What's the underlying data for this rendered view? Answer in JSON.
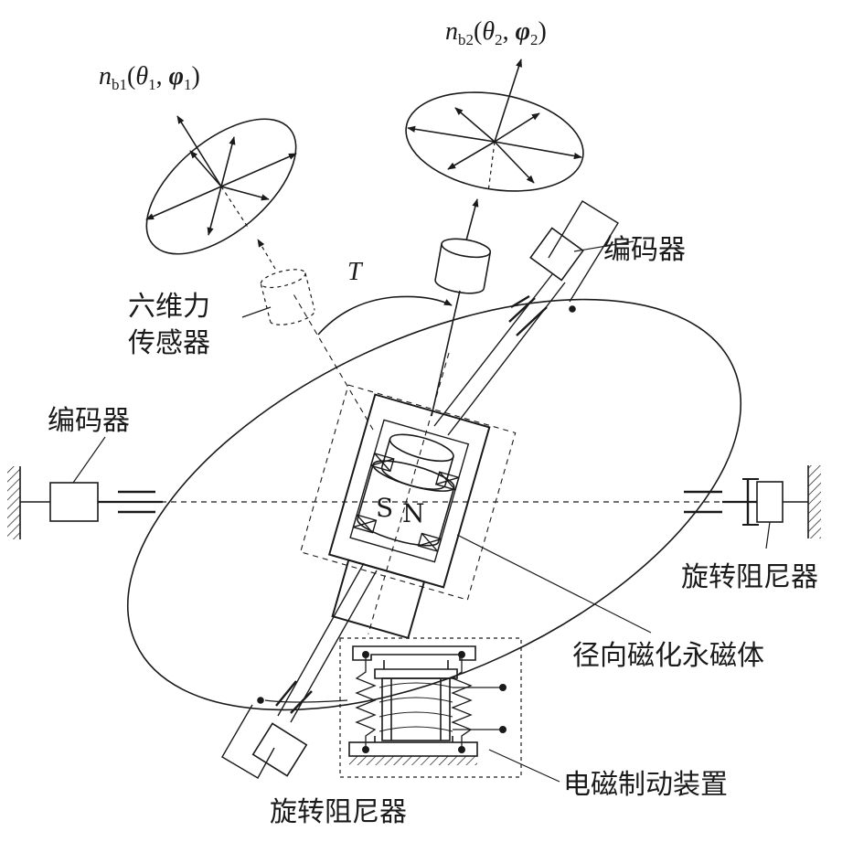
{
  "labels": {
    "encoder_top": "编码器",
    "encoder_left": "编码器",
    "sensor_line1": "六维力",
    "sensor_line2": "传感器",
    "damper_right": "旋转阻尼器",
    "damper_bottom": "旋转阻尼器",
    "magnet": "径向磁化永磁体",
    "brake": "电磁制动装置",
    "torque": "T",
    "pole_s": "S",
    "pole_n": "N"
  },
  "vectors": {
    "nb1": {
      "n": "n",
      "sub": "b1",
      "open": "(",
      "theta": "θ",
      "theta_sub": "1",
      "comma": ", ",
      "phi": "φ",
      "phi_sub": "1",
      "close": ")"
    },
    "nb2": {
      "n": "n",
      "sub": "b2",
      "open": "(",
      "theta": "θ",
      "theta_sub": "2",
      "comma": ", ",
      "phi": "φ",
      "phi_sub": "2",
      "close": ")"
    }
  }
}
